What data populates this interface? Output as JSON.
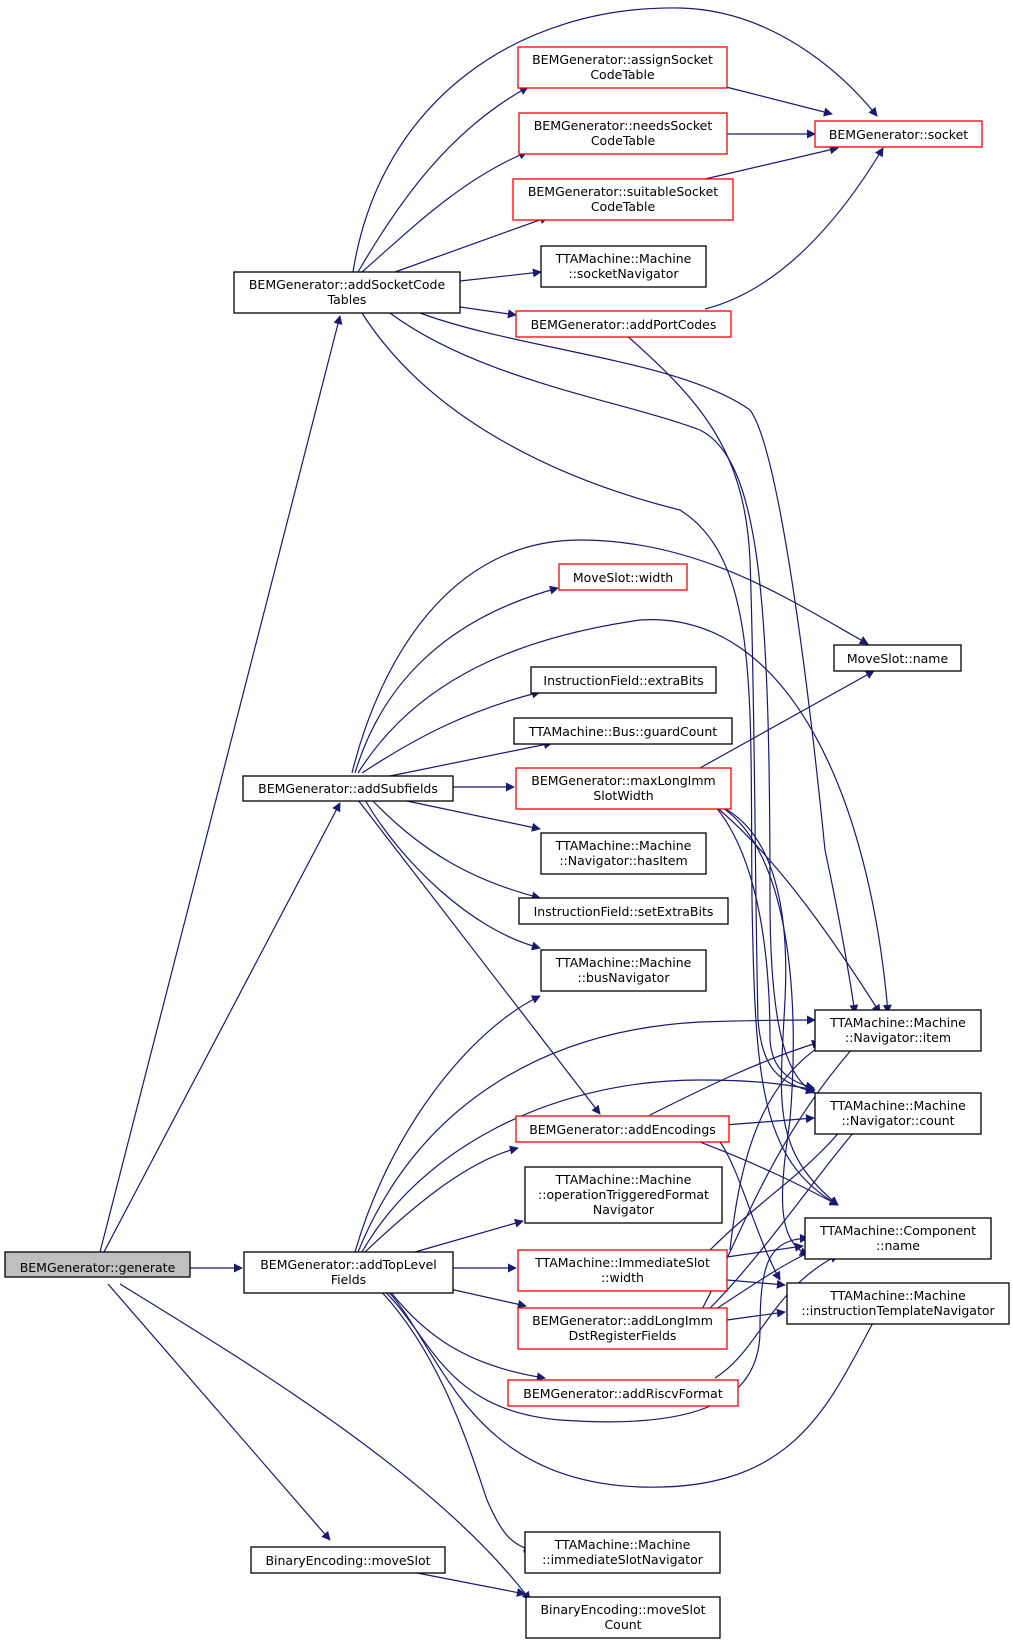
{
  "colors": {
    "edge": "#191970",
    "root_fill": "#bfbfbf",
    "truncated_border": "#ff0000",
    "normal_border": "#000000",
    "background": "#ffffff"
  },
  "nodes": [
    {
      "id": "generate",
      "lines": [
        "BEMGenerator::generate"
      ],
      "style": "root"
    },
    {
      "id": "addSocketCodeTables",
      "lines": [
        "BEMGenerator::addSocketCode",
        "Tables"
      ],
      "style": "normal"
    },
    {
      "id": "addSubfields",
      "lines": [
        "BEMGenerator::addSubfields"
      ],
      "style": "normal"
    },
    {
      "id": "addTopLevelFields",
      "lines": [
        "BEMGenerator::addTopLevel",
        "Fields"
      ],
      "style": "normal"
    },
    {
      "id": "moveSlot",
      "lines": [
        "BinaryEncoding::moveSlot"
      ],
      "style": "normal"
    },
    {
      "id": "moveSlotCount",
      "lines": [
        "BinaryEncoding::moveSlot",
        "Count"
      ],
      "style": "normal"
    },
    {
      "id": "assignSocketCodeTable",
      "lines": [
        "BEMGenerator::assignSocket",
        "CodeTable"
      ],
      "style": "truncated"
    },
    {
      "id": "needsSocketCodeTable",
      "lines": [
        "BEMGenerator::needsSocket",
        "CodeTable"
      ],
      "style": "truncated"
    },
    {
      "id": "suitableSocketCodeTable",
      "lines": [
        "BEMGenerator::suitableSocket",
        "CodeTable"
      ],
      "style": "truncated"
    },
    {
      "id": "socketNavigator",
      "lines": [
        "TTAMachine::Machine",
        "::socketNavigator"
      ],
      "style": "normal"
    },
    {
      "id": "addPortCodes",
      "lines": [
        "BEMGenerator::addPortCodes"
      ],
      "style": "truncated"
    },
    {
      "id": "socket",
      "lines": [
        "BEMGenerator::socket"
      ],
      "style": "truncated"
    },
    {
      "id": "moveSlotWidth",
      "lines": [
        "MoveSlot::width"
      ],
      "style": "truncated"
    },
    {
      "id": "moveSlotName",
      "lines": [
        "MoveSlot::name"
      ],
      "style": "normal"
    },
    {
      "id": "extraBits",
      "lines": [
        "InstructionField::extraBits"
      ],
      "style": "normal"
    },
    {
      "id": "guardCount",
      "lines": [
        "TTAMachine::Bus::guardCount"
      ],
      "style": "normal"
    },
    {
      "id": "maxLongImmSlotWidth",
      "lines": [
        "BEMGenerator::maxLongImm",
        "SlotWidth"
      ],
      "style": "truncated"
    },
    {
      "id": "hasItem",
      "lines": [
        "TTAMachine::Machine",
        "::Navigator::hasItem"
      ],
      "style": "normal"
    },
    {
      "id": "setExtraBits",
      "lines": [
        "InstructionField::setExtraBits"
      ],
      "style": "normal"
    },
    {
      "id": "busNavigator",
      "lines": [
        "TTAMachine::Machine",
        "::busNavigator"
      ],
      "style": "normal"
    },
    {
      "id": "navItem",
      "lines": [
        "TTAMachine::Machine",
        "::Navigator::item"
      ],
      "style": "normal"
    },
    {
      "id": "navCount",
      "lines": [
        "TTAMachine::Machine",
        "::Navigator::count"
      ],
      "style": "normal"
    },
    {
      "id": "addEncodings",
      "lines": [
        "BEMGenerator::addEncodings"
      ],
      "style": "truncated"
    },
    {
      "id": "otfNavigator",
      "lines": [
        "TTAMachine::Machine",
        "::operationTriggeredFormat",
        "Navigator"
      ],
      "style": "normal"
    },
    {
      "id": "componentName",
      "lines": [
        "TTAMachine::Component",
        "::name"
      ],
      "style": "normal"
    },
    {
      "id": "immSlotWidth",
      "lines": [
        "TTAMachine::ImmediateSlot",
        "::width"
      ],
      "style": "truncated"
    },
    {
      "id": "itNavigator",
      "lines": [
        "TTAMachine::Machine",
        "::instructionTemplateNavigator"
      ],
      "style": "normal"
    },
    {
      "id": "addLongImmDst",
      "lines": [
        "BEMGenerator::addLongImm",
        "DstRegisterFields"
      ],
      "style": "truncated"
    },
    {
      "id": "addRiscvFormat",
      "lines": [
        "BEMGenerator::addRiscvFormat"
      ],
      "style": "truncated"
    },
    {
      "id": "immSlotNavigator",
      "lines": [
        "TTAMachine::Machine",
        "::immediateSlotNavigator"
      ],
      "style": "normal"
    }
  ]
}
